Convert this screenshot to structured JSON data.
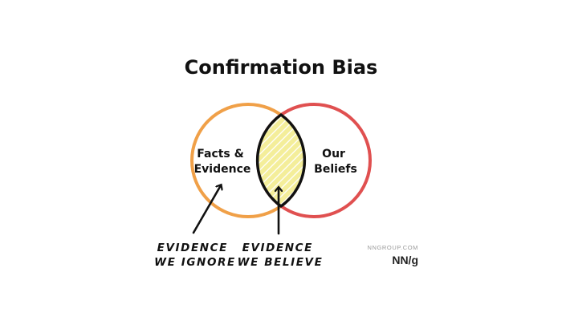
{
  "title": "Confirmation Bias",
  "sets": [
    {
      "label_lines": [
        "Facts &",
        "Evidence"
      ],
      "color": "#f0a048"
    },
    {
      "label_lines": [
        "Our",
        "Beliefs"
      ],
      "color": "#e05050"
    }
  ],
  "intersection": {
    "fill_color": "#f4ee9a",
    "outline_color": "#111111"
  },
  "annotations": [
    {
      "lines": [
        "EVIDENCE",
        "WE IGNORE"
      ]
    },
    {
      "lines": [
        "EVIDENCE",
        "WE BELIEVE"
      ]
    }
  ],
  "logo": {
    "site": "NNGROUP.COM",
    "mark": "NN/g"
  }
}
